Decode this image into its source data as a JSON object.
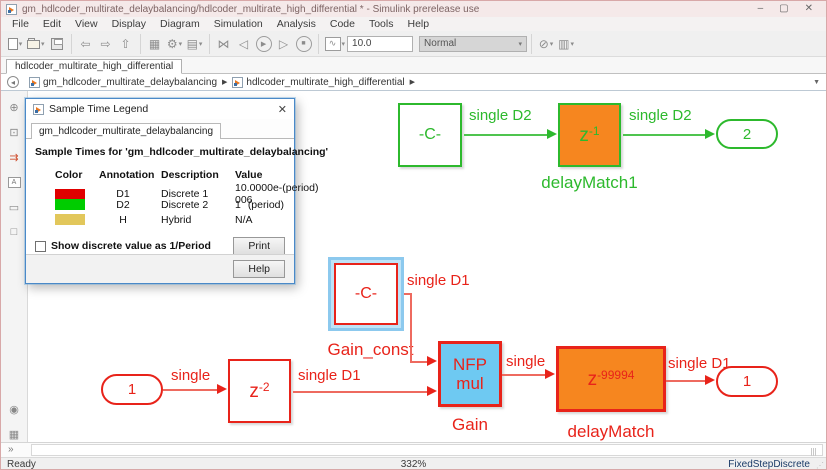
{
  "window": {
    "title": "gm_hdlcoder_multirate_delaybalancing/hdlcoder_multirate_high_differential * - Simulink prerelease use"
  },
  "menu": {
    "items": [
      "File",
      "Edit",
      "View",
      "Display",
      "Diagram",
      "Simulation",
      "Analysis",
      "Code",
      "Tools",
      "Help"
    ]
  },
  "toolbar": {
    "stop_time": "10.0",
    "sim_mode": "Normal"
  },
  "tabs": {
    "active": "hdlcoder_multirate_high_differential"
  },
  "breadcrumb": {
    "items": [
      "gm_hdlcoder_multirate_delaybalancing",
      "hdlcoder_multirate_high_differential"
    ]
  },
  "legend": {
    "title": "Sample Time Legend",
    "tab": "gm_hdlcoder_multirate_delaybalancing",
    "heading": "Sample Times for 'gm_hdlcoder_multirate_delaybalancing'",
    "columns": [
      "Color",
      "Annotation",
      "Description",
      "Value"
    ],
    "rows": [
      {
        "color": "#E00000",
        "annotation": "D1",
        "description": "Discrete 1",
        "value": "10.0000e-006",
        "unit": "(period)"
      },
      {
        "color": "#00CC00",
        "annotation": "D2",
        "description": "Discrete 2",
        "value": "1",
        "unit": "(period)"
      },
      {
        "color": "#E2C75B",
        "annotation": "H",
        "description": "Hybrid",
        "value": "N/A",
        "unit": ""
      }
    ],
    "checkbox_label": "Show discrete value as 1/Period",
    "print": "Print",
    "help": "Help"
  },
  "diagram": {
    "colors": {
      "green": "#2DB92D",
      "red": "#E8231A",
      "orange_fill": "#F6861F",
      "blue_fill": "#6EC9F2",
      "selection": "#8CC9EE"
    },
    "green": {
      "const_text": "-C-",
      "wire1_label": "single D2",
      "delay_base": "z",
      "delay_exp": "-1",
      "delay_name": "delayMatch1",
      "wire2_label": "single D2",
      "outport": "2"
    },
    "red": {
      "inport": "1",
      "wire_in_label": "single",
      "unit_delay_base": "z",
      "unit_delay_exp": "-2",
      "wire_d1_label": "single D1",
      "const_text": "-C-",
      "const_name": "Gain_const",
      "const_wire_label": "single D1",
      "gain_line1": "NFP",
      "gain_line2": "mul",
      "gain_name": "Gain",
      "wire_mid_label": "single",
      "delay_base": "z",
      "delay_exp": "-99994",
      "delay_name": "delayMatch",
      "wire_out_label": "single D1",
      "outport": "1"
    }
  },
  "status": {
    "left": "Ready",
    "zoom": "332%",
    "solver": "FixedStepDiscrete"
  },
  "icons": {
    "minimize": "–",
    "maximize": "▢",
    "close": "✕",
    "back": "⇦",
    "forward": "⇨",
    "up": "⇧",
    "library": "▦",
    "gear": "⚙",
    "list": "▤",
    "connect": "⋈",
    "step_back": "◁",
    "play": "▶",
    "step_forward": "▷",
    "stop": "■",
    "scope": "∿",
    "check": "⊘",
    "build": "▥",
    "dropdown": "▾",
    "crumb_sep": "▶",
    "crumb_dropdown": "▼",
    "back_circle": "◂",
    "zoom": "⊕",
    "fit": "⊡",
    "signal": "⇉",
    "annotation": "A",
    "note": "▭",
    "area": "□",
    "camera": "◉",
    "blocks": "▦",
    "chevrons": "»",
    "grip": "⋰"
  }
}
